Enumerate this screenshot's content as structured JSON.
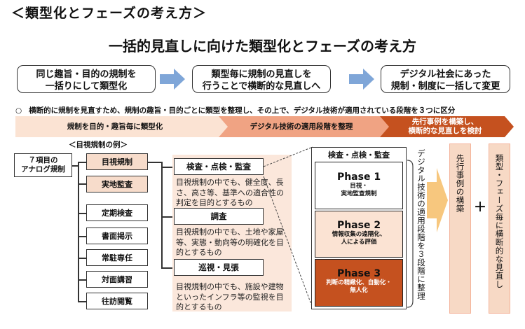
{
  "section_title": "＜類型化とフェーズの考え方＞",
  "main_title": "一括的見直しに向けた類型化とフェーズの考え方",
  "summary_steps": [
    {
      "line1": "同じ趣旨・目的の規制を",
      "line2": "一括りにして類型化"
    },
    {
      "line1": "類型毎に規制の見直しを",
      "line2": "行うことで横断的な見直しへ"
    },
    {
      "line1": "デジタル社会にあった",
      "line2": "規制・制度に一括して変更"
    }
  ],
  "bullet": {
    "marker": "○",
    "text": "横断的に規制を見直すため、規制の趣旨・目的ごとに類型を整理し、その上で、デジタル技術が適用されている段階を３つに区分"
  },
  "process_steps": [
    {
      "line1": "規制を目的・趣旨毎に類型化",
      "line2": ""
    },
    {
      "line1": "デジタル技術の適用段階を整理",
      "line2": ""
    },
    {
      "line1": "先行事例を構築し、",
      "line2": "横断的な見直しを検討"
    }
  ],
  "examples_label": "＜目視規制の例＞",
  "root_label": {
    "line1": "７項目の",
    "line2": "アナログ規制"
  },
  "regulations": [
    "目視規制",
    "実地監査",
    "定期検査",
    "書面掲示",
    "常駐専任",
    "対面講習",
    "往訪閲覧"
  ],
  "categories": [
    {
      "header": "検査・点検・監査",
      "desc": "目視規制の中でも、健全度、長さ、高さ等、基準への適合性の判定を目的とするもの"
    },
    {
      "header": "調査",
      "desc": "目視規制の中でも、土地や家屋等、実態・動向等の明確化を目的とするもの"
    },
    {
      "header": "巡視・見張",
      "desc": "目視規制の中でも、施設や建物といったインフラ等の監視を目的とするもの"
    }
  ],
  "phase_panel": {
    "header": "検査・点検・監査",
    "phases": [
      {
        "title": "Phase 1",
        "sub1": "目視・",
        "sub2": "実地監査規制"
      },
      {
        "title": "Phase 2",
        "sub1": "情報収集の遠隔化、",
        "sub2": "人による評価"
      },
      {
        "title": "Phase 3",
        "sub1": "判断の精緻化、自動化・",
        "sub2": "無人化"
      }
    ],
    "side_note": "デジタル技術の適用段階を３段階に整理"
  },
  "result_left": "先行事例の構築",
  "plus": "＋",
  "result_right": "類型・フェーズ毎に横断的な見直し",
  "colors": {
    "accent_light": "#fbe3d3",
    "accent_mid": "#f0a383",
    "accent_dark": "#c5511f",
    "arrow_blue": "#7fa6d8",
    "arrow_orange": "#f7c77e"
  }
}
